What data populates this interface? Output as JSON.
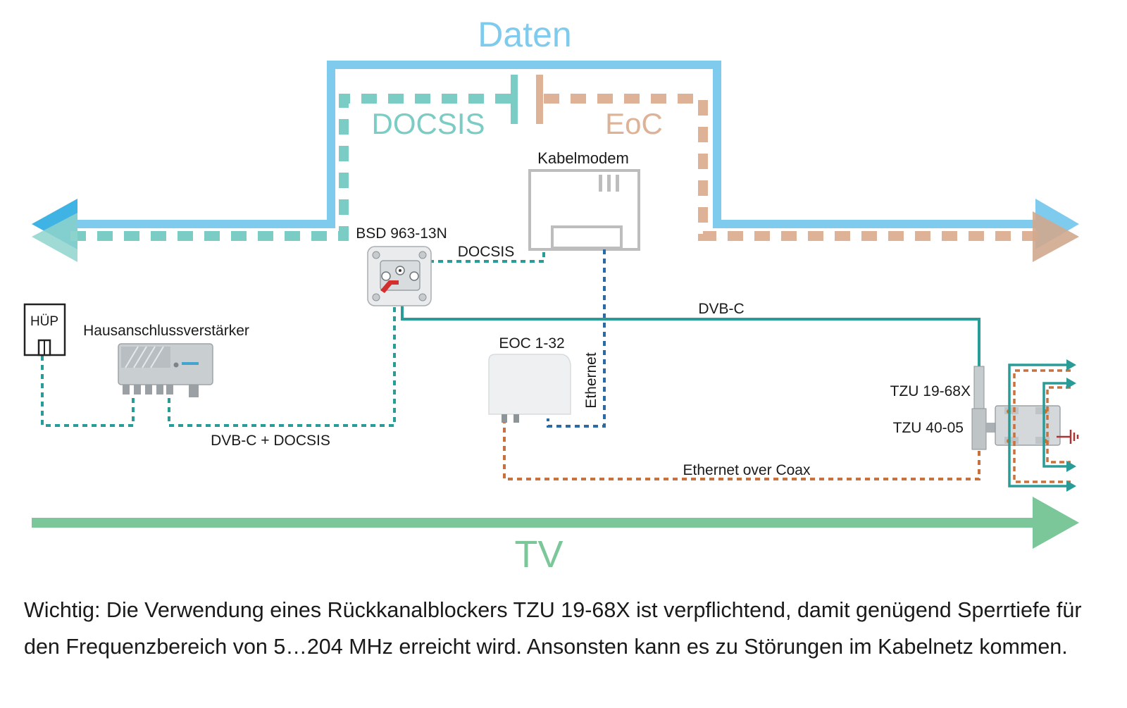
{
  "title": "Daten",
  "paths": {
    "docsis": "DOCSIS",
    "eoc": "EoC",
    "tv": "TV"
  },
  "devices": {
    "kabelmodem": "Kabelmodem",
    "bsd": "BSD 963-13N",
    "huep": "HÜP",
    "amplifier": "Hausanschlussverstärker",
    "eoc": "EOC 1-32",
    "tzu1": "TZU 19-68X",
    "tzu2": "TZU 40-05"
  },
  "links": {
    "docsis": "DOCSIS",
    "dvbc": "DVB-C",
    "ethernet": "Ethernet",
    "dvbc_docsis": "DVB-C + DOCSIS",
    "eoc": "Ethernet over Coax"
  },
  "caption": {
    "line1": "Wichtig: Die Verwendung eines Rückkanalblockers TZU 19-68X ist verpflichtend, damit genügend Sperrtiefe für",
    "line2": "den Frequenzbereich von 5…204 MHz erreicht wird. Ansonsten kann es zu Störungen im Kabelnetz kommen."
  },
  "colors": {
    "data": "#7ecbee",
    "docsis": "#7cccc6",
    "eoc": "#ddb296",
    "tv": "#7cc79a",
    "teal": "#2a9c98",
    "blue_dot": "#2b6aa2",
    "orange_dot": "#c7713d"
  }
}
